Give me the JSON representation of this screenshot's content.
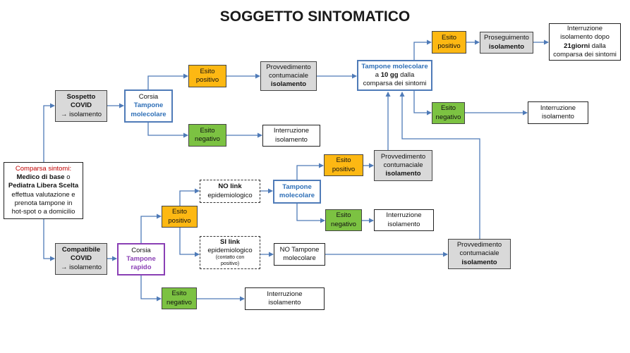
{
  "title": "SOGGETTO SINTOMATICO",
  "colors": {
    "arrow": "#4f7bb8",
    "positive": "#fdb813",
    "negative": "#7cc242",
    "corsia_molecolare": "#4f7bb8",
    "corsia_rapido": "#8a3fb5",
    "alert_text": "#c00000"
  },
  "nodes": {
    "start": {
      "heading": "Comparsa sintomi:",
      "line1": "Medico di base",
      "line1_tail": " o",
      "line2": "Pediatra Libera Scelta",
      "line3": "effettua valutazione e",
      "line4": "prenota tampone in",
      "line5": "hot-spot o a domicilio"
    },
    "sospetto": {
      "line1": "Sospetto",
      "line2": "COVID",
      "line3": "→ isolamento"
    },
    "compatibile": {
      "line1": "Compatibile",
      "line2": "COVID",
      "line3": "→ isolamento"
    },
    "corsia_molecolare": {
      "line1": "Corsia",
      "line2": "Tampone",
      "line3": "molecolare"
    },
    "corsia_rapido": {
      "line1": "Corsia",
      "line2": "Tampone",
      "line3": "rapido"
    },
    "esito_pos_1": {
      "line1": "Esito",
      "line2": "positivo"
    },
    "esito_neg_1": {
      "line1": "Esito",
      "line2": "negativo"
    },
    "provv_1": {
      "line1": "Provvedimento",
      "line2": "contumaciale",
      "line3": "isolamento"
    },
    "interr_1": {
      "line1": "Interruzione",
      "line2": "isolamento"
    },
    "tampone_10gg": {
      "line1": "Tampone molecolare",
      "line2a": "a ",
      "line2b": "10 gg",
      "line2c": " dalla",
      "line3": "comparsa dei sintomi"
    },
    "esito_pos_top": {
      "line1": "Esito",
      "line2": "positivo"
    },
    "esito_neg_top": {
      "line1": "Esito",
      "line2": "negativo"
    },
    "proseguimento": {
      "line1": "Proseguimento",
      "line2": "isolamento"
    },
    "interr_21": {
      "line1": "Interruzione",
      "line2": "isolamento dopo",
      "line3a": "21giorni",
      "line3b": " dalla",
      "line4": "comparsa dei sintomi"
    },
    "interr_top": {
      "line1": "Interruzione",
      "line2": "isolamento"
    },
    "esito_pos_rapido": {
      "line1": "Esito",
      "line2": "positivo"
    },
    "esito_neg_rapido": {
      "line1": "Esito",
      "line2": "negativo"
    },
    "interr_rapido": {
      "line1": "Interruzione",
      "line2": "isolamento"
    },
    "no_link": {
      "line1": "NO link",
      "line2": "epidemiologico"
    },
    "si_link": {
      "line1": "SI link",
      "line2": "epidemiologico",
      "line3": "(contatto con",
      "line4": "positivo)"
    },
    "tampone_mol_2": {
      "line1": "Tampone",
      "line2": "molecolare"
    },
    "no_tampone": {
      "line1": "NO Tampone",
      "line2": "molecolare"
    },
    "esito_pos_2": {
      "line1": "Esito",
      "line2": "positivo"
    },
    "esito_neg_2": {
      "line1": "Esito",
      "line2": "negativo"
    },
    "provv_2": {
      "line1": "Provvedimento",
      "line2": "contumaciale",
      "line3": "isolamento"
    },
    "interr_2": {
      "line1": "Interruzione",
      "line2": "isolamento"
    },
    "provv_3": {
      "line1": "Provvedimento",
      "line2": "contumaciale",
      "line3": "isolamento"
    }
  }
}
